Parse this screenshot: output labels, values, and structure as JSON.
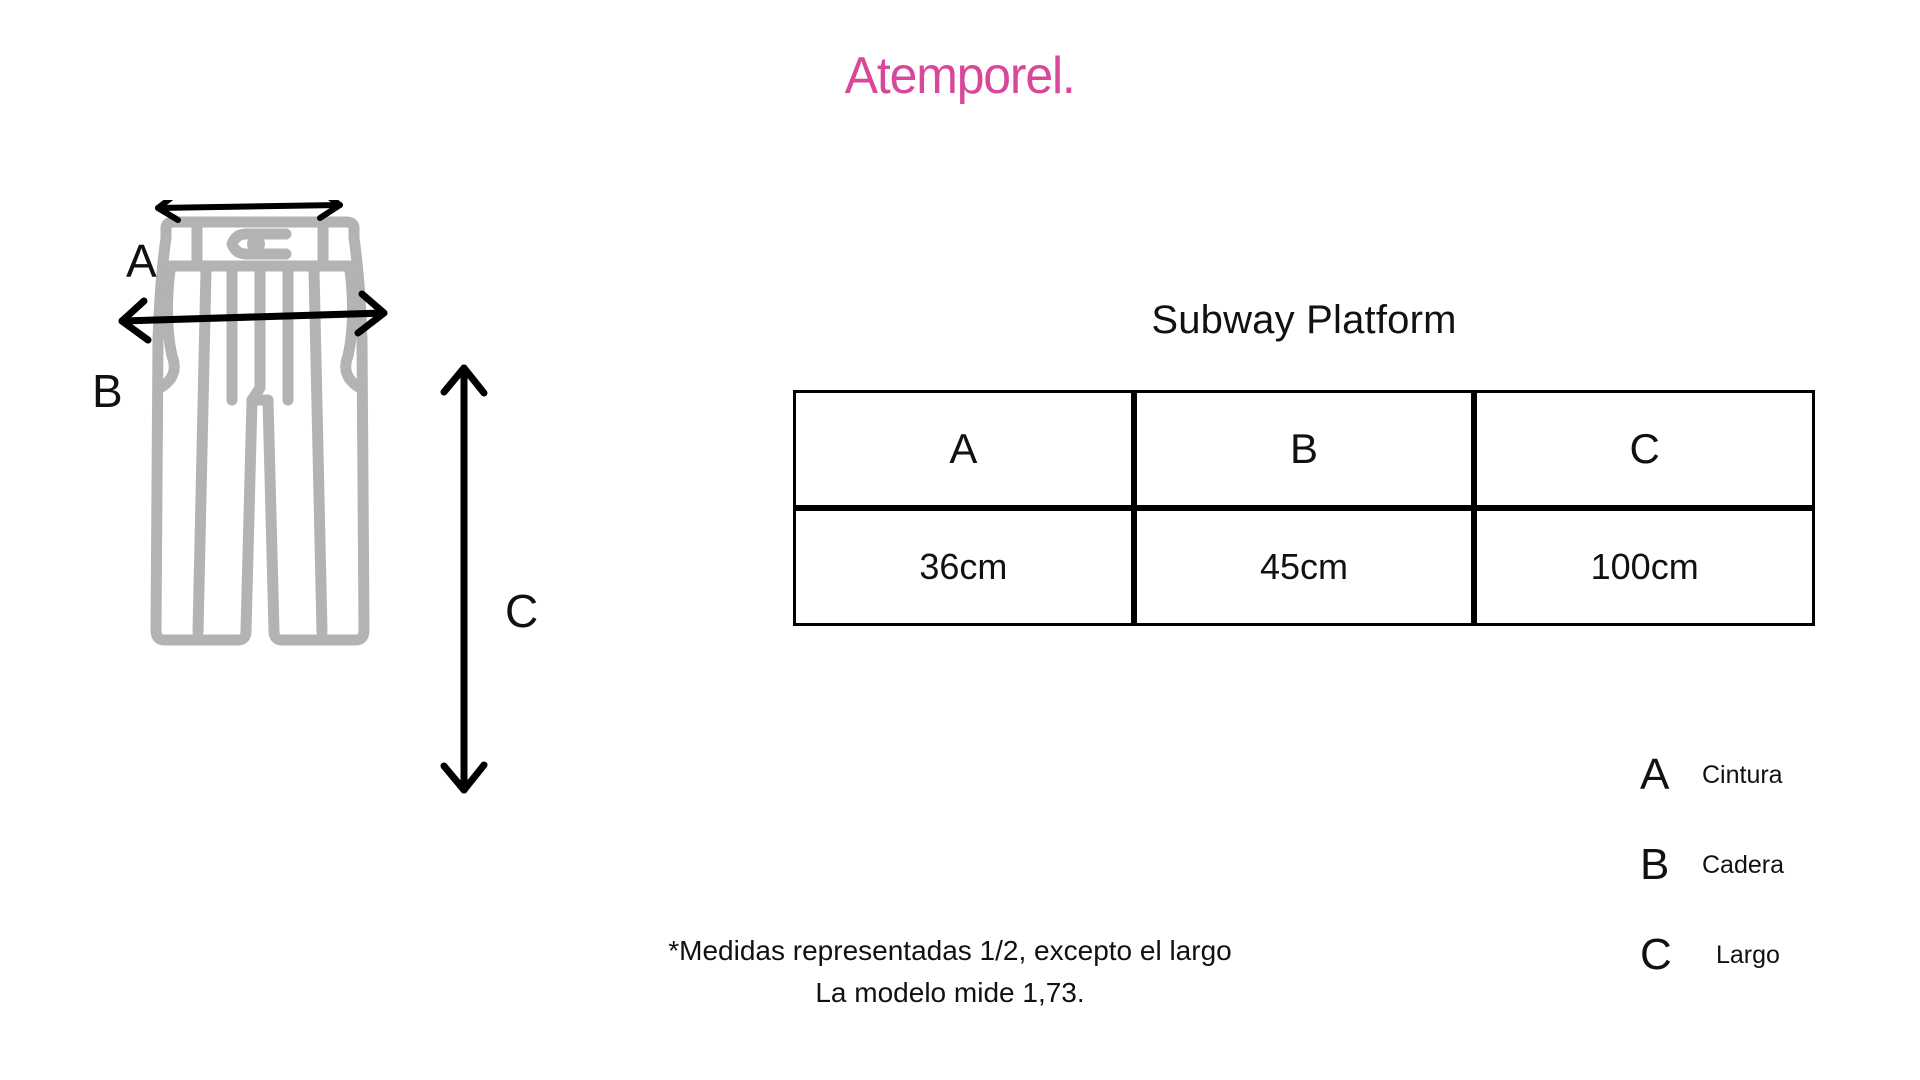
{
  "brand": {
    "name": "Atemporel.",
    "color": "#d9479a"
  },
  "diagram": {
    "garment": "trousers-front-flat",
    "garment_color": "#b3b3b3",
    "arrow_color": "#000000",
    "labels": {
      "a": "A",
      "b": "B",
      "c": "C"
    },
    "arrows": [
      {
        "name": "waist-arrow",
        "key": "A",
        "orientation": "horizontal"
      },
      {
        "name": "hip-arrow",
        "key": "B",
        "orientation": "horizontal"
      },
      {
        "name": "length-arrow",
        "key": "C",
        "orientation": "vertical"
      }
    ]
  },
  "table": {
    "title": "Subway Platform",
    "columns": [
      "A",
      "B",
      "C"
    ],
    "values": [
      "36cm",
      "45cm",
      "100cm"
    ]
  },
  "legend": {
    "items": [
      {
        "key": "A",
        "label": "Cintura"
      },
      {
        "key": "B",
        "label": "Cadera"
      },
      {
        "key": "C",
        "label": "Largo"
      }
    ]
  },
  "footnote": {
    "line1": "*Medidas representadas 1/2, excepto el largo",
    "line2": "La modelo mide 1,73."
  }
}
